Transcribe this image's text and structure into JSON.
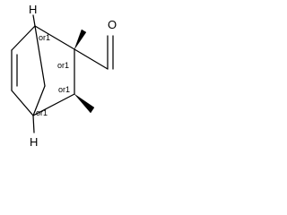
{
  "molecule": {
    "atoms": {
      "h_top": "H",
      "h_bottom": "H",
      "oxygen": "O"
    },
    "stereo_labels": {
      "c1": "or1",
      "c2": "or1",
      "c3": "or1",
      "c4": "or1"
    }
  }
}
